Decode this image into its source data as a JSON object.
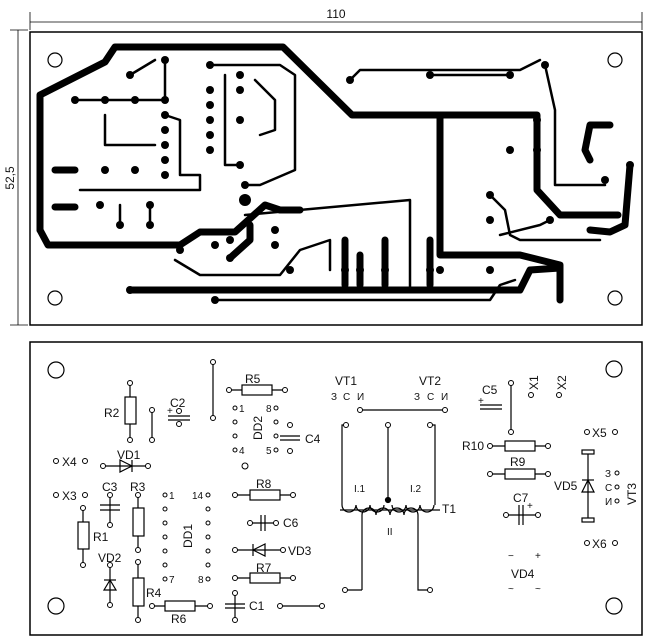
{
  "dimensions": {
    "width": "110",
    "height": "52,5"
  },
  "components": {
    "R1": "R1",
    "R2": "R2",
    "R3": "R3",
    "R4": "R4",
    "R5": "R5",
    "R6": "R6",
    "R7": "R7",
    "R8": "R8",
    "R9": "R9",
    "R10": "R10",
    "C1": "C1",
    "C2": "C2",
    "C3": "C3",
    "C4": "C4",
    "C5": "C5",
    "C6": "C6",
    "C7": "C7",
    "VD1": "VD1",
    "VD2": "VD2",
    "VD3": "VD3",
    "VD4": "VD4",
    "VD5": "VD5",
    "VT1": "VT1",
    "VT2": "VT2",
    "VT3": "VT3",
    "T1": "T1",
    "DD1": "DD1",
    "DD2": "DD2",
    "X1": "X1",
    "X2": "X2",
    "X3": "X3",
    "X4": "X4",
    "X5": "X5",
    "X6": "X6"
  },
  "pins": {
    "dd1_1": "1",
    "dd1_14": "14",
    "dd1_7": "7",
    "dd1_8": "8",
    "dd2_1": "1",
    "dd2_8": "8",
    "dd2_4": "4",
    "dd2_5": "5",
    "vt_g": "З",
    "vt_s": "С",
    "vt_d": "И",
    "vt3_g": "З",
    "vt3_s": "С",
    "vt3_d": "И",
    "winding_1": "I.1",
    "winding_2": "I.2",
    "winding_sec": "II",
    "plus": "+",
    "minus": "−",
    "ac": "~"
  }
}
